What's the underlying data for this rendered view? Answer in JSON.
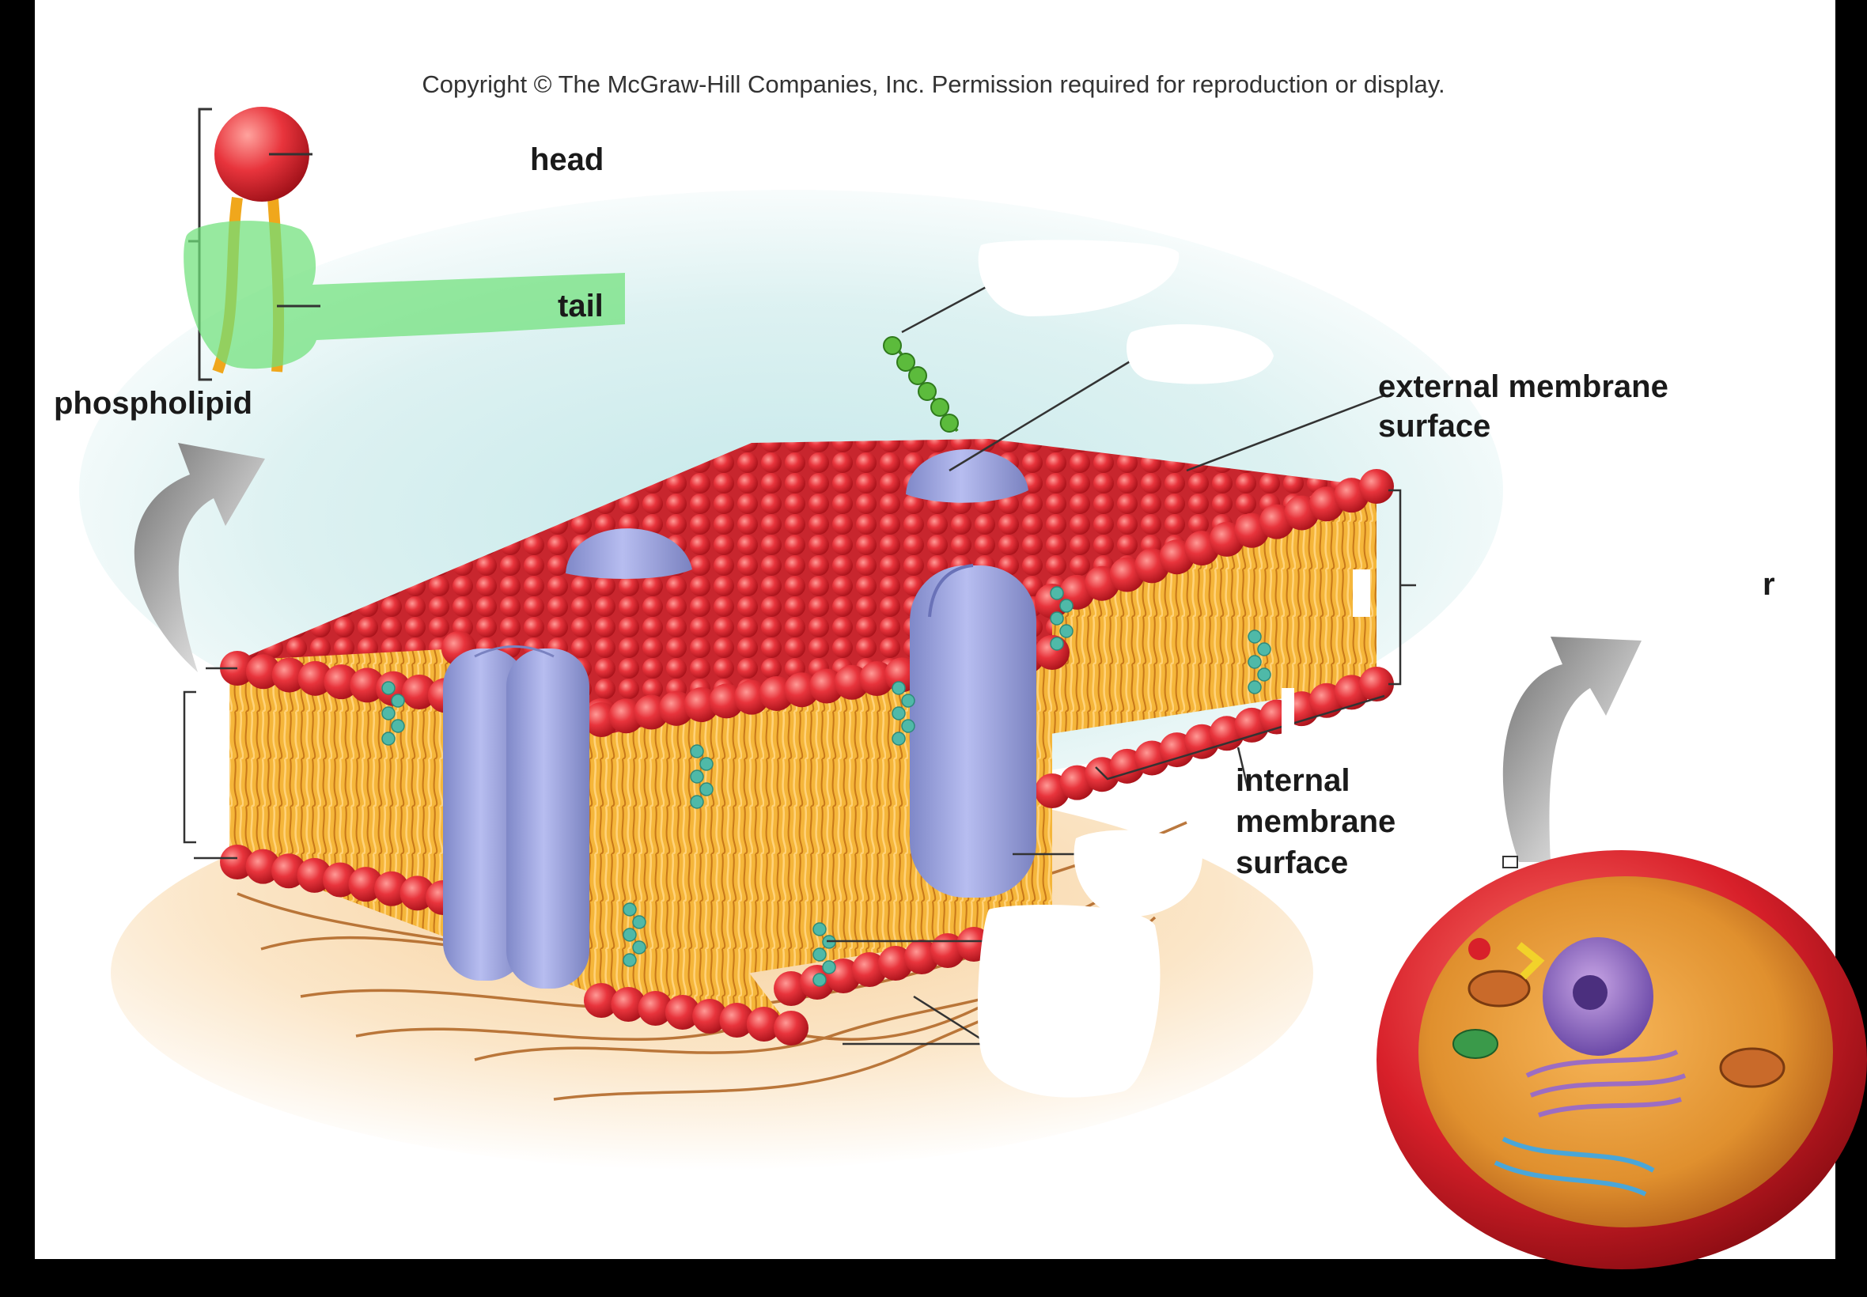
{
  "copyright": "Copyright © The McGraw-Hill Companies, Inc. Permission required for reproduction or display.",
  "labels": {
    "head": "head",
    "tail": "tail",
    "phospholipid": "phospholipid",
    "external_line1": "external membrane",
    "external_line2": "surface",
    "internal_line1": "internal",
    "internal_line2": "membrane",
    "internal_line3": "surface",
    "bilayer_fragment": "r"
  },
  "colors": {
    "head": "#e8343c",
    "tail": "#f0a71c",
    "protein": "#9aa3dc",
    "cholesterol": "#4fb9a8",
    "carbohydrate": "#5cbb3c",
    "highlight": "#6fe07a",
    "filament": "#b36a2a"
  }
}
